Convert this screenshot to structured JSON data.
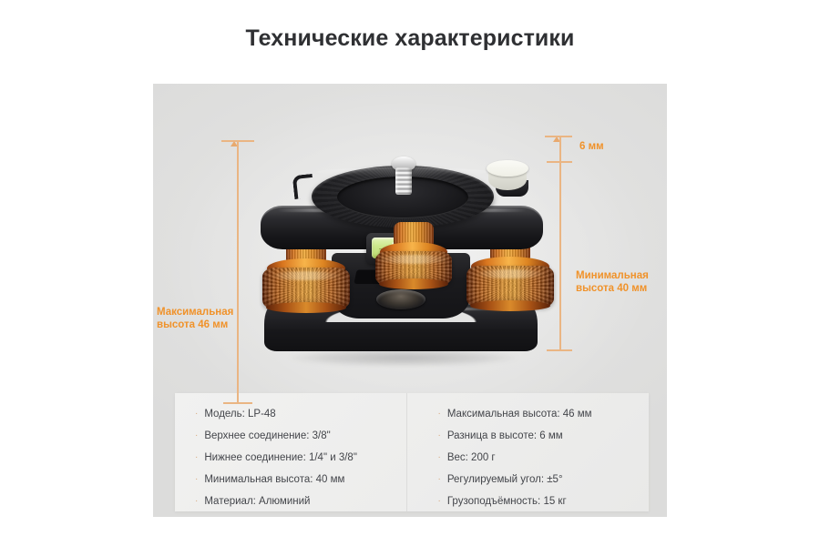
{
  "page": {
    "title": "Технические характеристики"
  },
  "annotations": [
    {
      "id": "max-height",
      "label": "Максимальная\nвысота 46 мм",
      "value": "46 мм",
      "color": "#f0922a"
    },
    {
      "id": "height-difference",
      "label": "6 мм",
      "value": "6 мм",
      "color": "#f0922a"
    },
    {
      "id": "min-height",
      "label": "Минимальная\nвысота 40 мм",
      "value": "40 мм",
      "color": "#f0922a"
    }
  ],
  "specs": {
    "bullet": "·",
    "left": [
      "Модель: LP-48",
      "Верхнее соединение: 3/8\"",
      "Нижнее соединение: 1/4\" и 3/8\"",
      "Минимальная высота: 40 мм",
      "Материал: Алюминий"
    ],
    "right": [
      "Максимальная высота: 46 мм",
      "Разница в высоте: 6 мм",
      "Вес: 200 г",
      "Регулируемый угол: ±5°",
      "Грузоподъёмность: 15 кг"
    ]
  },
  "product": {
    "name": "leveling-base-lp-48",
    "colors": {
      "knob": "#ef9c31",
      "body": "#1a1a1d",
      "level_vial": "#cde98d",
      "panel_bg": "#e2e2e1",
      "accent": "#f0922a"
    }
  }
}
